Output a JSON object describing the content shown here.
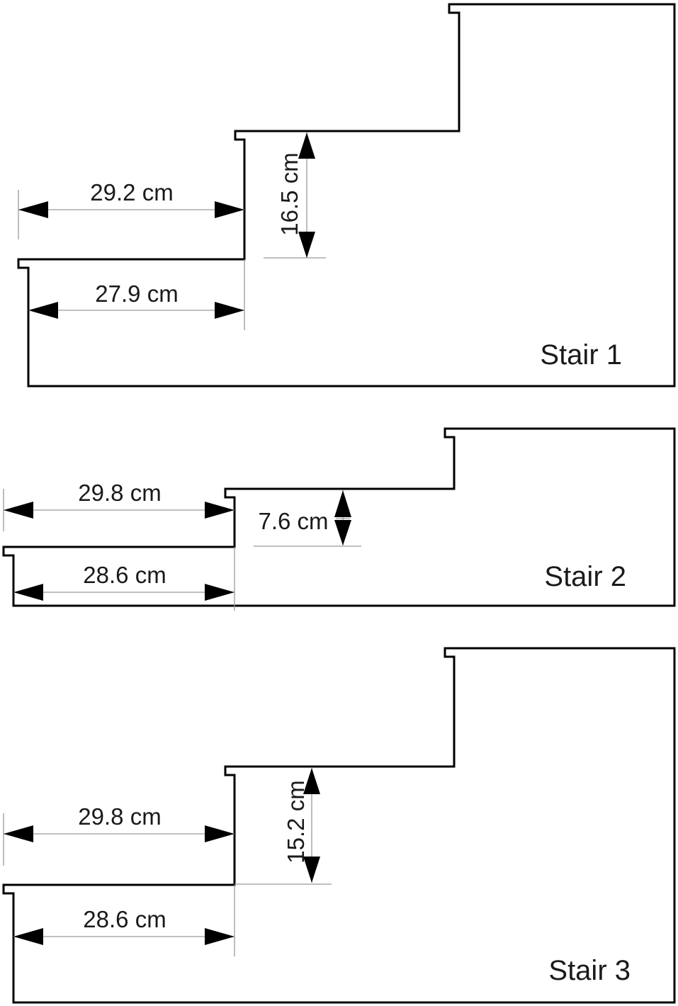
{
  "stairs": [
    {
      "title": "Stair 1",
      "upper_tread": "29.2 cm",
      "lower_tread": "27.9 cm",
      "riser": "16.5 cm"
    },
    {
      "title": "Stair 2",
      "upper_tread": "29.8 cm",
      "lower_tread": "28.6 cm",
      "riser": "7.6 cm"
    },
    {
      "title": "Stair 3",
      "upper_tread": "29.8 cm",
      "lower_tread": "28.6 cm",
      "riser": "15.2 cm"
    }
  ]
}
